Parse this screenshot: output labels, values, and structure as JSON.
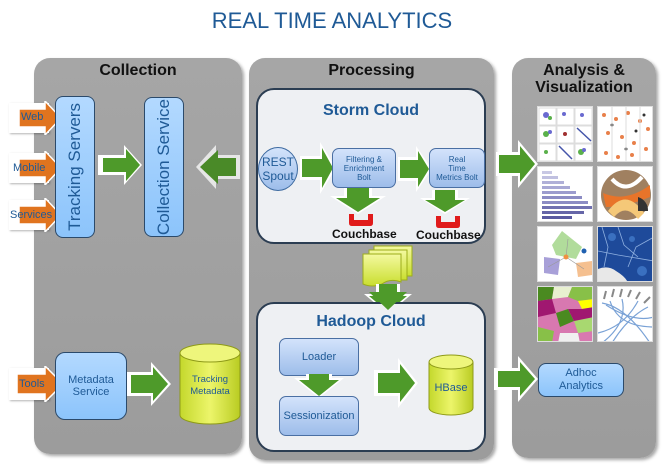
{
  "title": "REAL TIME ANALYTICS",
  "colors": {
    "title_blue": "#1f5a96",
    "panel_gray": "#a3a3a3",
    "arrow_green": "#4e9a2a",
    "arrow_orange": "#e0741f",
    "box_blue": "#a6d1ff",
    "cylinder_yellow": "#d9ea4a",
    "couchbase_red": "#e01b1b"
  },
  "collection": {
    "title": "Collection",
    "sources": [
      "Web",
      "Mobile",
      "Services"
    ],
    "tracking_servers": "Tracking Servers",
    "collection_service": "Collection Service",
    "tools": "Tools",
    "metadata_service": [
      "Metadata",
      "Service"
    ],
    "tracking_metadata": [
      "Tracking",
      "Metadata"
    ]
  },
  "processing": {
    "title": "Processing",
    "storm_cloud": {
      "title": "Storm Cloud",
      "rest_spout": [
        "REST",
        "Spout"
      ],
      "filtering_bolt": [
        "Filtering &",
        "Enrichment",
        "Bolt"
      ],
      "metrics_bolt": [
        "Real",
        "Time",
        "Metrics Bolt"
      ],
      "couchbase_1": "Couchbase",
      "couchbase_2": "Couchbase"
    },
    "hadoop_cloud": {
      "title": "Hadoop Cloud",
      "loader": "Loader",
      "sessionization": "Sessionization",
      "hbase": "HBase"
    }
  },
  "analysis": {
    "title_line1": "Analysis &",
    "title_line2": "Visualization",
    "thumbnails": [
      "scatter-matrix",
      "dot-grid",
      "horizontal-bars",
      "chord-diagram",
      "network-graph",
      "choropleth-map",
      "voronoi-map",
      "edge-bundling"
    ],
    "adhoc": [
      "Adhoc",
      "Analytics"
    ]
  }
}
